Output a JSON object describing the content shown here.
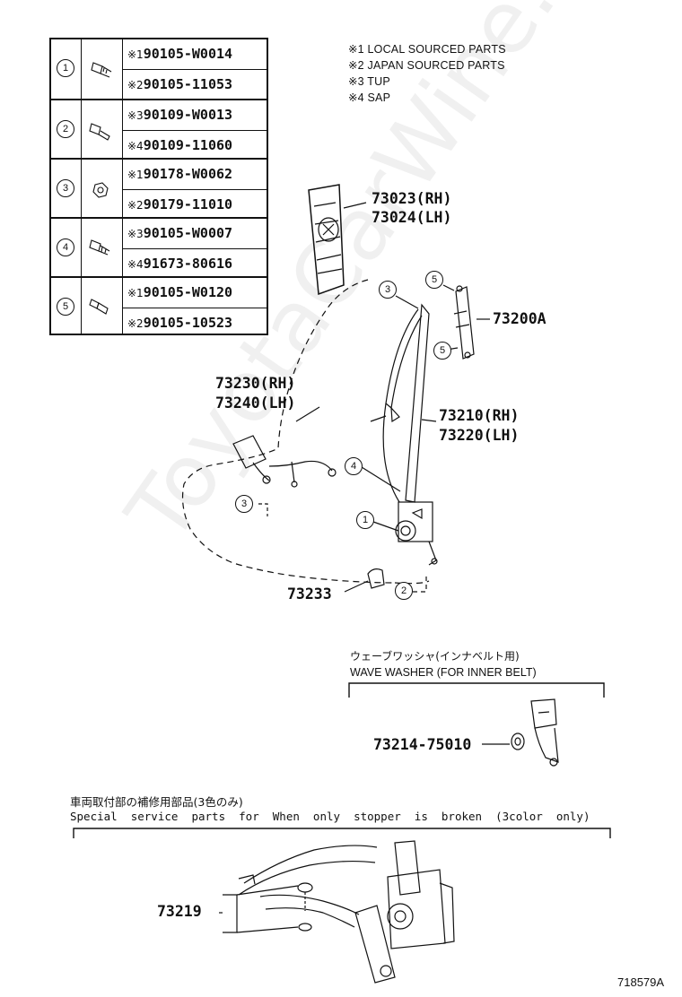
{
  "fastener_table": {
    "rows": [
      {
        "num": "1",
        "icon": "bolt-icon",
        "parts": [
          {
            "mark": "※1",
            "part": "90105-W0014"
          },
          {
            "mark": "※2",
            "part": "90105-11053"
          }
        ]
      },
      {
        "num": "2",
        "icon": "bolt-icon",
        "parts": [
          {
            "mark": "※3",
            "part": "90109-W0013"
          },
          {
            "mark": "※4",
            "part": "90109-11060"
          }
        ]
      },
      {
        "num": "3",
        "icon": "nut-icon",
        "parts": [
          {
            "mark": "※1",
            "part": "90178-W0062"
          },
          {
            "mark": "※2",
            "part": "90179-11010"
          }
        ]
      },
      {
        "num": "4",
        "icon": "bolt-icon",
        "parts": [
          {
            "mark": "※3",
            "part": "90105-W0007"
          },
          {
            "mark": "※4",
            "part": "91673-80616"
          }
        ]
      },
      {
        "num": "5",
        "icon": "bolt-icon",
        "parts": [
          {
            "mark": "※1",
            "part": "90105-W0120"
          },
          {
            "mark": "※2",
            "part": "90105-10523"
          }
        ]
      }
    ]
  },
  "legend_notes": [
    "※1 LOCAL SOURCED PARTS",
    "※2 JAPAN SOURCED PARTS",
    "※3 TUP",
    "※4 SAP"
  ],
  "part_labels": {
    "p73023": "73023(RH)",
    "p73024": "73024(LH)",
    "p73200a": "73200A",
    "p73230": "73230(RH)",
    "p73240": "73240(LH)",
    "p73210": "73210(RH)",
    "p73220": "73220(LH)",
    "p73233": "73233",
    "p73214": "73214-75010",
    "p73219": "73219"
  },
  "callouts": {
    "c3_top": "3",
    "c5_top": "5",
    "c5_mid": "5",
    "c4": "4",
    "c3_left": "3",
    "c1": "1",
    "c2": "2"
  },
  "wave_washer": {
    "jp": "ウェーブワッシャ(インナベルト用)",
    "en": "WAVE WASHER (FOR INNER BELT)"
  },
  "special_service": {
    "jp": "車両取付部の補修用部品(3色のみ)",
    "en": "Special  service  parts  for  When  only  stopper  is  broken  (3color  only)"
  },
  "figure_id": "718579A",
  "watermark": "ToyotaCarWine.ru"
}
